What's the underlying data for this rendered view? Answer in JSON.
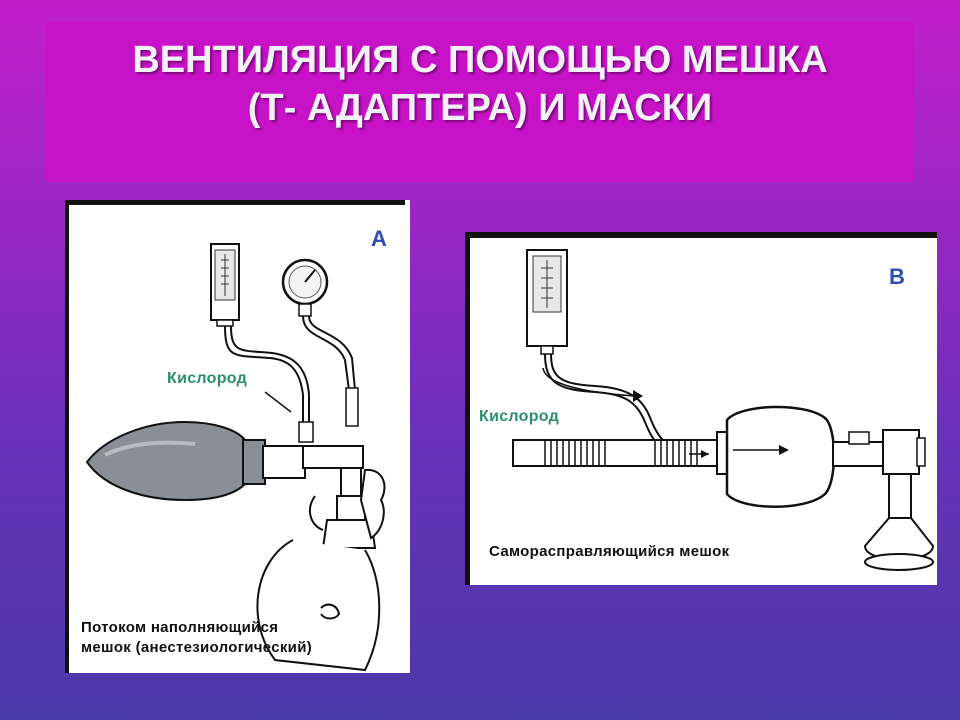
{
  "slide": {
    "title_line1": "ВЕНТИЛЯЦИЯ С ПОМОЩЬЮ МЕШКА",
    "title_line2": "(Т- АДАПТЕРА) И МАСКИ"
  },
  "panel_a": {
    "letter": "А",
    "oxygen_label": "Кислород",
    "caption_line1": "Потоком наполняющийся",
    "caption_line2": "мешок (анестезиологический)"
  },
  "panel_b": {
    "letter": "В",
    "oxygen_label": "Кислород",
    "caption": "Самораспрaвляющийся мешок"
  },
  "colors": {
    "title_band": "#c812c8",
    "panel_letter": "#2e4fb0",
    "oxygen_label": "#2c8f6a",
    "bag_fill": "#8a8f97"
  }
}
